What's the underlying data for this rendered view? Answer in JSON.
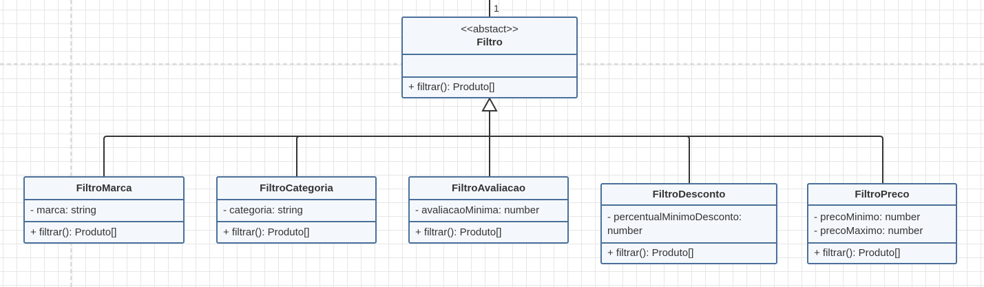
{
  "diagram": {
    "multiplicity": "1",
    "classes": {
      "filtro": {
        "stereotype": "<<abstact>>",
        "name": "Filtro",
        "attributes": [],
        "operations": [
          "+ filtrar(): Produto[]"
        ]
      },
      "marca": {
        "name": "FiltroMarca",
        "attributes": [
          "- marca: string"
        ],
        "operations": [
          "+ filtrar(): Produto[]"
        ]
      },
      "categoria": {
        "name": "FiltroCategoria",
        "attributes": [
          "- categoria: string"
        ],
        "operations": [
          "+ filtrar(): Produto[]"
        ]
      },
      "avaliacao": {
        "name": "FiltroAvaliacao",
        "attributes": [
          "- avaliacaoMinima: number"
        ],
        "operations": [
          "+ filtrar(): Produto[]"
        ]
      },
      "desconto": {
        "name": "FiltroDesconto",
        "attributes": [
          "- percentualMinimoDesconto:",
          "number"
        ],
        "operations": [
          "+ filtrar(): Produto[]"
        ]
      },
      "preco": {
        "name": "FiltroPreco",
        "attributes": [
          "- precoMinimo: number",
          "- precoMaximo: number"
        ],
        "operations": [
          "+ filtrar(): Produto[]"
        ]
      }
    },
    "relationships": [
      {
        "type": "generalization",
        "from": "FiltroMarca",
        "to": "Filtro"
      },
      {
        "type": "generalization",
        "from": "FiltroCategoria",
        "to": "Filtro"
      },
      {
        "type": "generalization",
        "from": "FiltroAvaliacao",
        "to": "Filtro"
      },
      {
        "type": "generalization",
        "from": "FiltroDesconto",
        "to": "Filtro"
      },
      {
        "type": "generalization",
        "from": "FiltroPreco",
        "to": "Filtro"
      }
    ],
    "colors": {
      "class_fill": "#f4f8fd",
      "class_border": "#4a6f99",
      "connector": "#333333",
      "grid": "#e6e6e6"
    }
  }
}
